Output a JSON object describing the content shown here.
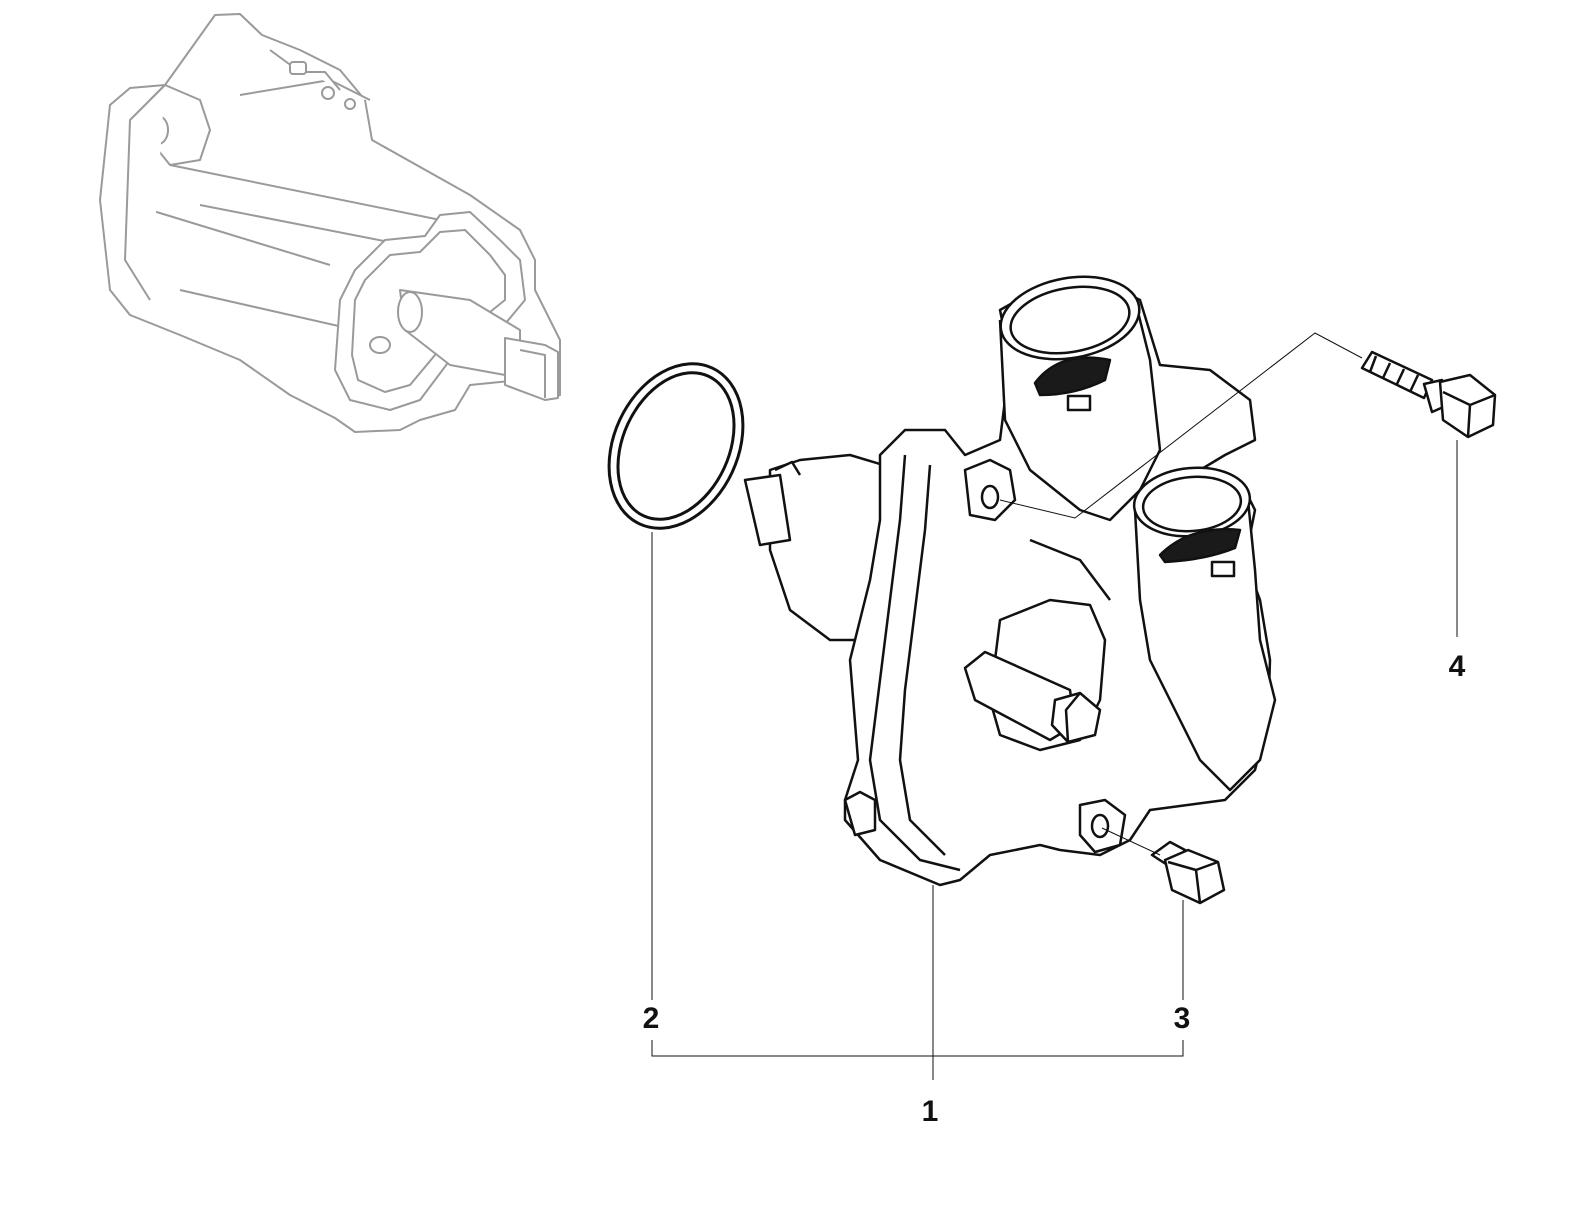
{
  "colors": {
    "ink": "#111111",
    "ghost": "#9a9a9a",
    "fill": "#ffffff",
    "dark": "#1a1a1a"
  },
  "callouts": {
    "c1": "1",
    "c2": "2",
    "c3": "3",
    "c4": "4"
  }
}
